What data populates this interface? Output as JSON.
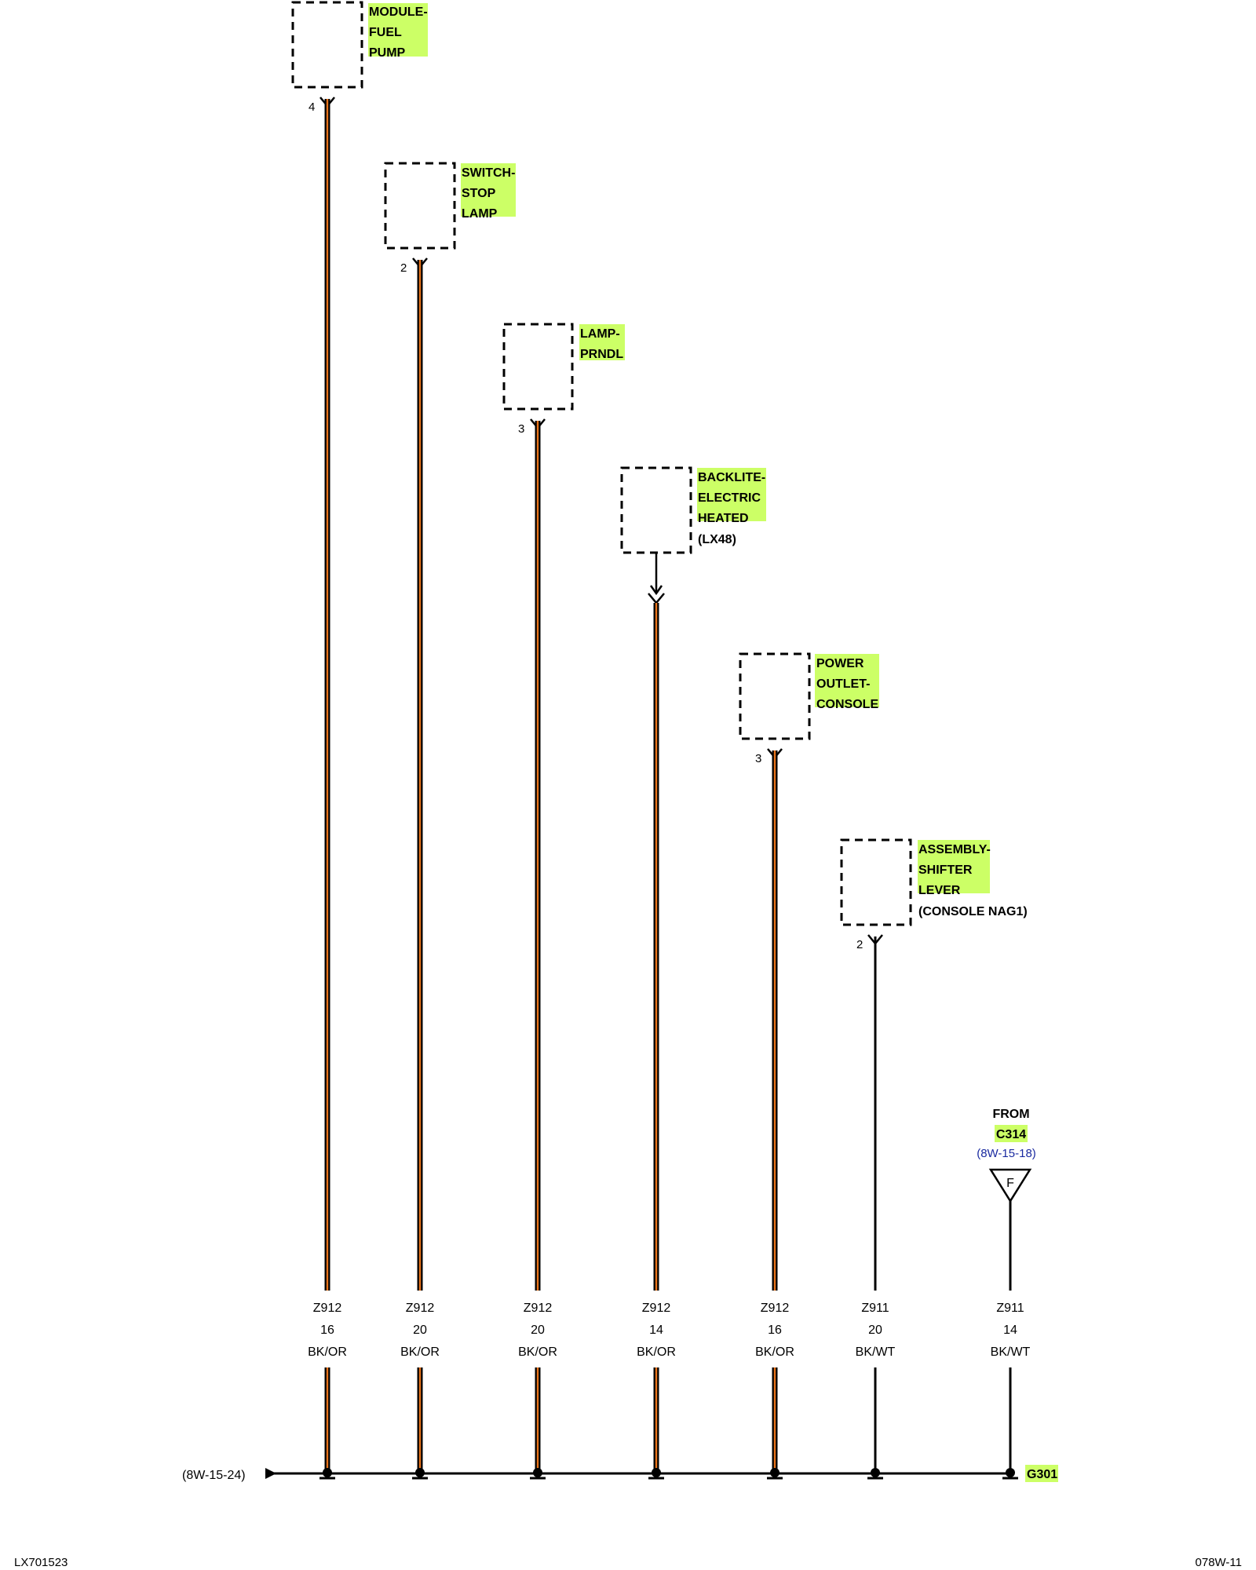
{
  "colors": {
    "highlight": "#ccff66",
    "wire_black": "#000000",
    "wire_orange": "#e8731a",
    "link_blue": "#1a2aa0"
  },
  "components": [
    {
      "lines": [
        "MODULE-",
        "FUEL",
        "PUMP"
      ],
      "note": "",
      "pin": "4",
      "connector": "female"
    },
    {
      "lines": [
        "SWITCH-",
        "STOP",
        "LAMP"
      ],
      "note": "",
      "pin": "2",
      "connector": "female"
    },
    {
      "lines": [
        "LAMP-",
        "PRNDL"
      ],
      "note": "",
      "pin": "3",
      "connector": "female"
    },
    {
      "lines": [
        "BACKLITE-",
        "ELECTRIC",
        "HEATED"
      ],
      "note": "(LX48)",
      "pin": "",
      "connector": "male-arrow"
    },
    {
      "lines": [
        "POWER",
        "OUTLET-",
        "CONSOLE"
      ],
      "note": "",
      "pin": "3",
      "connector": "female"
    },
    {
      "lines": [
        "ASSEMBLY-",
        "SHIFTER",
        "LEVER"
      ],
      "note": "(CONSOLE NAG1)",
      "pin": "2",
      "connector": "female"
    }
  ],
  "wires": [
    {
      "circuit": "Z912",
      "gauge": "16",
      "color": "BK/OR",
      "stripe": true
    },
    {
      "circuit": "Z912",
      "gauge": "20",
      "color": "BK/OR",
      "stripe": true
    },
    {
      "circuit": "Z912",
      "gauge": "20",
      "color": "BK/OR",
      "stripe": true
    },
    {
      "circuit": "Z912",
      "gauge": "14",
      "color": "BK/OR",
      "stripe": true
    },
    {
      "circuit": "Z912",
      "gauge": "16",
      "color": "BK/OR",
      "stripe": true
    },
    {
      "circuit": "Z911",
      "gauge": "20",
      "color": "BK/WT",
      "stripe": false
    },
    {
      "circuit": "Z911",
      "gauge": "14",
      "color": "BK/WT",
      "stripe": false
    }
  ],
  "from_block": {
    "from_label": "FROM",
    "connector": "C314",
    "ref": "(8W-15-18)",
    "triangle_letter": "F"
  },
  "ground_label": "G301",
  "left_ref": "(8W-15-24)",
  "footer": {
    "left": "LX701523",
    "right": "078W-11"
  }
}
